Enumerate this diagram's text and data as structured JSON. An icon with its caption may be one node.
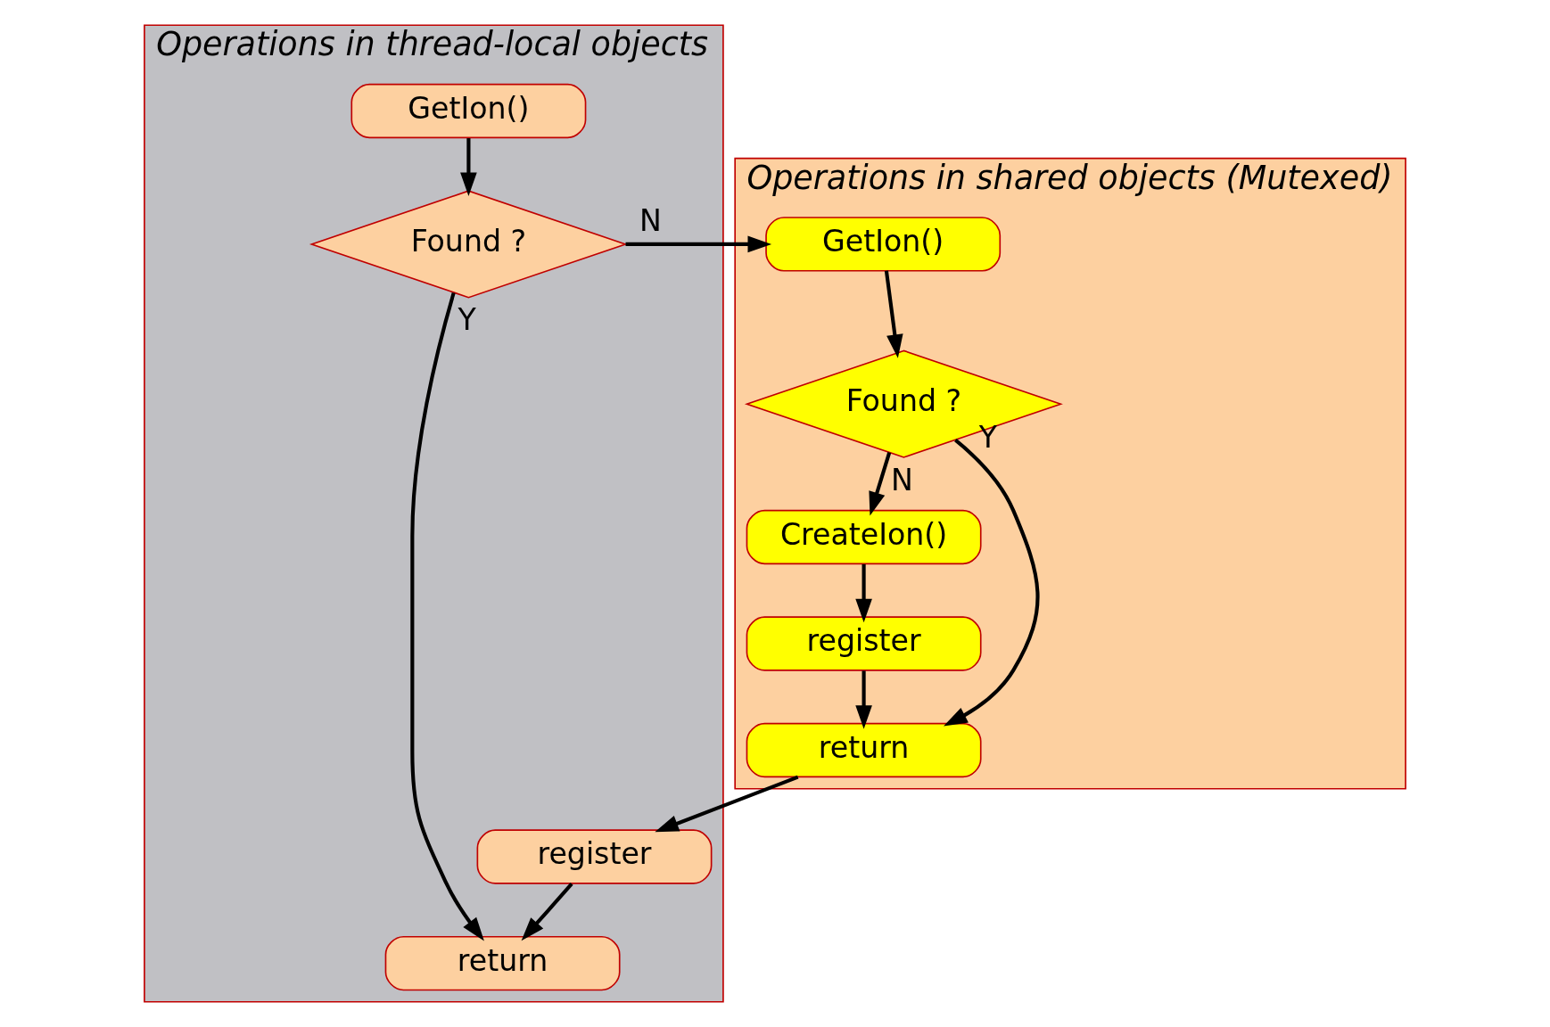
{
  "diagram": {
    "nodes": [
      {
        "text": [
          "Operations in thread-local objects"
        ]
      },
      {
        "text": [
          "GetIon()"
        ],
        "in": 0
      },
      {
        "text": [
          "Found ?"
        ],
        "in": 0
      },
      {
        "text": [
          "register"
        ],
        "in": 0
      },
      {
        "text": [
          "return"
        ],
        "in": 0
      },
      {
        "text": [
          "Operations in shared objects (Mutexed)"
        ]
      },
      {
        "text": [
          "GetIon()"
        ],
        "in": 5
      },
      {
        "text": [
          "Found ?"
        ],
        "in": 5
      },
      {
        "text": [
          "CreateIon()"
        ],
        "in": 5
      },
      {
        "text": [
          "register"
        ],
        "in": 5
      },
      {
        "text": [
          "return"
        ],
        "in": 5
      }
    ],
    "edges": [
      {
        "from": 1,
        "to": 2,
        "arrow": "to"
      },
      {
        "from": 2,
        "to": 6,
        "arrow": "to",
        "label": "N"
      },
      {
        "from": 2,
        "to": 4,
        "arrow": "to",
        "label": "Y"
      },
      {
        "from": 6,
        "to": 7,
        "arrow": "to"
      },
      {
        "from": 7,
        "to": 10,
        "arrow": "to",
        "label": "Y"
      },
      {
        "from": 7,
        "to": 8,
        "arrow": "to",
        "label": "N"
      },
      {
        "from": 8,
        "to": 9,
        "arrow": "to"
      },
      {
        "from": 9,
        "to": 10,
        "arrow": "to"
      },
      {
        "from": 10,
        "to": 3,
        "arrow": "to"
      },
      {
        "from": 3,
        "to": 4,
        "arrow": "to"
      }
    ]
  }
}
